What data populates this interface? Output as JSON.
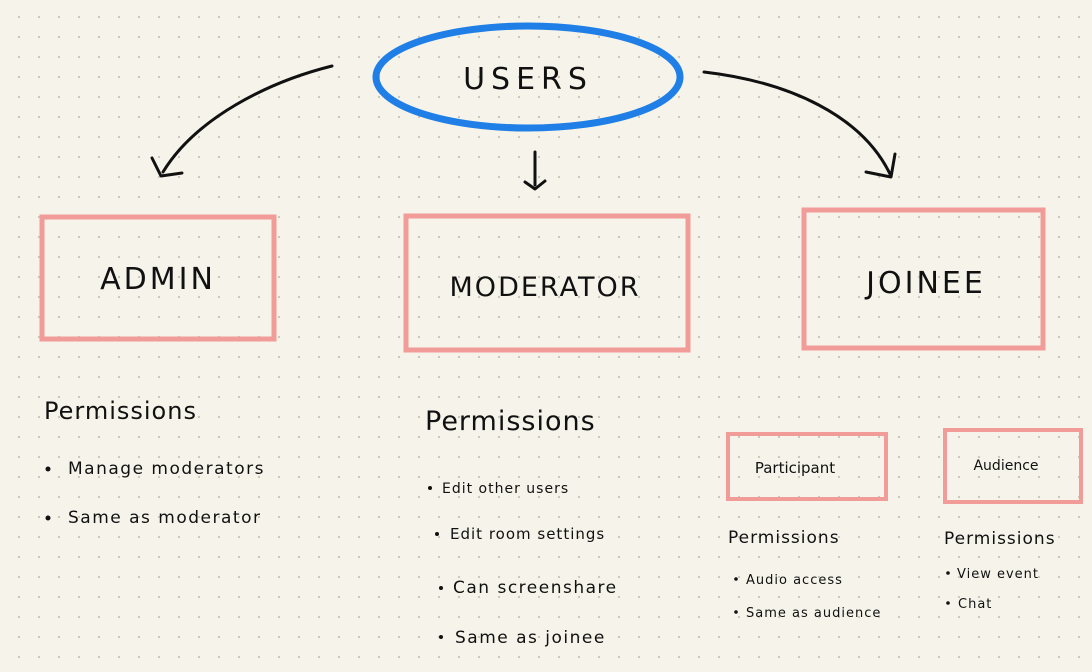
{
  "root": {
    "label": "USERS"
  },
  "roles": {
    "admin": {
      "title": "ADMIN",
      "permissions_heading": "Permissions",
      "permissions": [
        "Manage moderators",
        "Same as moderator"
      ]
    },
    "moderator": {
      "title": "MODERATOR",
      "permissions_heading": "Permissions",
      "permissions": [
        "Edit other users",
        "Edit room settings",
        "Can screenshare",
        "Same as joinee"
      ]
    },
    "joinee": {
      "title": "JOINEE",
      "subroles": {
        "participant": {
          "title": "Participant",
          "permissions_heading": "Permissions",
          "permissions": [
            "Audio access",
            "Same as audience"
          ]
        },
        "audience": {
          "title": "Audience",
          "permissions_heading": "Permissions",
          "permissions": [
            "View event",
            "Chat"
          ]
        }
      }
    }
  },
  "colors": {
    "root_ellipse": "#1f7fe6",
    "role_box": "#f19c98",
    "ink": "#111111",
    "paper": "#f6f4ea"
  }
}
